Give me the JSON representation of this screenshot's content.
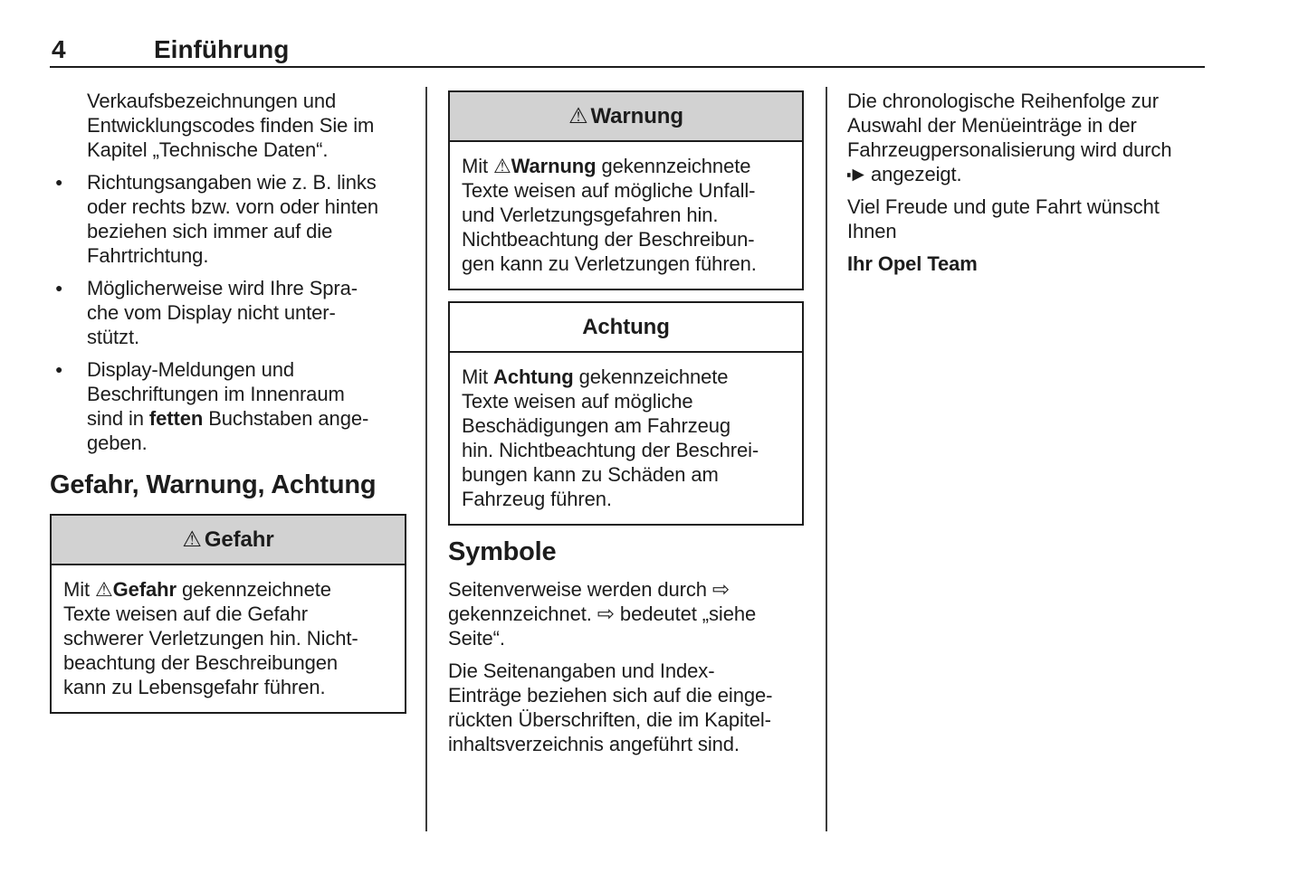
{
  "colors": {
    "page_bg": "#ffffff",
    "text": "#1c1c1c",
    "box_header_bg": "#d2d2d2",
    "rule": "#1c1c1c"
  },
  "icons": {
    "warning-triangle": "⚠",
    "arrow-outline": "⇨",
    "arrow-filled": "svg-arrow-filled"
  },
  "header": {
    "page_number": "4",
    "chapter_title": "Einführung"
  },
  "col1": {
    "intro": [
      {
        "t": "Verkaufsbezeichnungen und"
      },
      {
        "br": 1
      },
      {
        "t": "Entwicklungscodes finden Sie im"
      },
      {
        "br": 1
      },
      {
        "t": "Kapitel „Technische Daten“."
      }
    ],
    "bullets": [
      [
        {
          "t": "Richtungsangaben wie z. B. links"
        },
        {
          "br": 1
        },
        {
          "t": "oder rechts bzw. vorn oder hinten"
        },
        {
          "br": 1
        },
        {
          "t": "beziehen sich immer auf die"
        },
        {
          "br": 1
        },
        {
          "t": "Fahrtrichtung."
        }
      ],
      [
        {
          "t": "Möglicherweise wird Ihre Spra-"
        },
        {
          "br": 1
        },
        {
          "t": "che vom Display nicht unter-"
        },
        {
          "br": 1
        },
        {
          "t": "stützt."
        }
      ],
      [
        {
          "t": "Display-Meldungen und"
        },
        {
          "br": 1
        },
        {
          "t": "Beschriftungen im Innenraum"
        },
        {
          "br": 1
        },
        {
          "t": "sind in "
        },
        {
          "b": "fetten"
        },
        {
          "t": " Buchstaben ange-"
        },
        {
          "br": 1
        },
        {
          "t": "geben."
        }
      ]
    ],
    "section_heading": "Gefahr, Warnung, Achtung",
    "gefahr_box": {
      "title": "Gefahr",
      "body": [
        {
          "t": "Mit "
        },
        {
          "i": "warning-triangle"
        },
        {
          "b": "Gefahr"
        },
        {
          "t": " gekennzeichnete"
        },
        {
          "br": 1
        },
        {
          "t": "Texte weisen auf die Gefahr"
        },
        {
          "br": 1
        },
        {
          "t": "schwerer Verletzungen hin. Nicht-"
        },
        {
          "br": 1
        },
        {
          "t": "beachtung der Beschreibungen"
        },
        {
          "br": 1
        },
        {
          "t": "kann zu Lebensgefahr führen."
        }
      ]
    }
  },
  "col2": {
    "warnung_box": {
      "title": "Warnung",
      "body": [
        {
          "t": "Mit "
        },
        {
          "i": "warning-triangle"
        },
        {
          "b": "Warnung"
        },
        {
          "t": " gekennzeichnete"
        },
        {
          "br": 1
        },
        {
          "t": "Texte weisen auf mögliche Unfall-"
        },
        {
          "br": 1
        },
        {
          "t": "und Verletzungsgefahren hin."
        },
        {
          "br": 1
        },
        {
          "t": "Nichtbeachtung der Beschreibun-"
        },
        {
          "br": 1
        },
        {
          "t": "gen kann zu Verletzungen führen."
        }
      ]
    },
    "achtung_box": {
      "title": "Achtung",
      "body": [
        {
          "t": "Mit "
        },
        {
          "b": "Achtung"
        },
        {
          "t": " gekennzeichnete"
        },
        {
          "br": 1
        },
        {
          "t": "Texte weisen auf mögliche"
        },
        {
          "br": 1
        },
        {
          "t": "Beschädigungen am Fahrzeug"
        },
        {
          "br": 1
        },
        {
          "t": "hin. Nichtbeachtung der Beschrei-"
        },
        {
          "br": 1
        },
        {
          "t": "bungen kann zu Schäden am"
        },
        {
          "br": 1
        },
        {
          "t": "Fahrzeug führen."
        }
      ]
    },
    "symbole_heading": "Symbole",
    "paragraphs": [
      [
        {
          "t": "Seitenverweise werden durch "
        },
        {
          "i": "arrow-outline"
        },
        {
          "br": 1
        },
        {
          "t": "gekennzeichnet. "
        },
        {
          "i": "arrow-outline"
        },
        {
          "t": " bedeutet „siehe"
        },
        {
          "br": 1
        },
        {
          "t": "Seite“."
        }
      ],
      [
        {
          "t": "Die Seitenangaben und Index-"
        },
        {
          "br": 1
        },
        {
          "t": "Einträge beziehen sich auf die einge-"
        },
        {
          "br": 1
        },
        {
          "t": "rückten Überschriften, die im Kapitel-"
        },
        {
          "br": 1
        },
        {
          "t": "inhaltsverzeichnis angeführt sind."
        }
      ]
    ]
  },
  "col3": {
    "paragraphs": [
      [
        {
          "t": "Die chronologische Reihenfolge zur"
        },
        {
          "br": 1
        },
        {
          "t": "Auswahl der Menüeinträge in der"
        },
        {
          "br": 1
        },
        {
          "t": "Fahrzeugpersonalisierung wird durch"
        },
        {
          "br": 1
        },
        {
          "i": "arrow-filled"
        },
        {
          "t": " angezeigt."
        }
      ],
      [
        {
          "t": "Viel Freude und gute Fahrt wünscht"
        },
        {
          "br": 1
        },
        {
          "t": "Ihnen"
        }
      ],
      [
        {
          "b": "Ihr Opel Team"
        }
      ]
    ]
  }
}
